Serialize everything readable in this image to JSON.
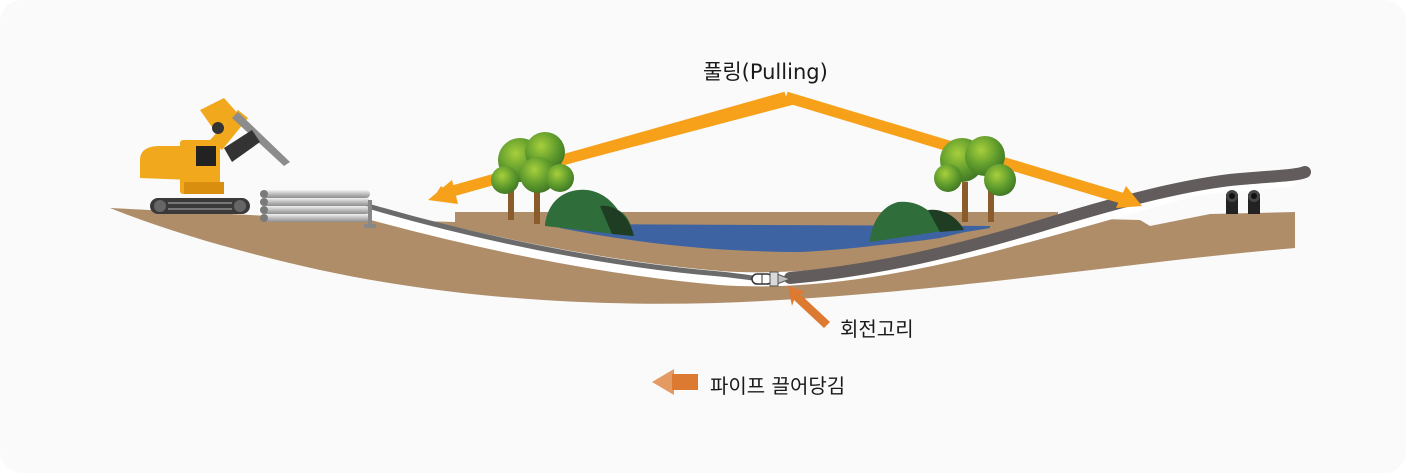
{
  "diagram": {
    "title": "풀링(Pulling)",
    "swivel_label": "회전고리",
    "legend_label": "파이프 끌어당김"
  },
  "colors": {
    "background": "#fafafa",
    "soil": "#ae8d68",
    "soil_dark": "#9c7a55",
    "bore_path": "#ffffff",
    "drill_pipe": "#6b6b6b",
    "product_pipe": "#625c5c",
    "water": "#3e63a3",
    "pull_arrow": "#f7a01a",
    "swivel_arrow": "#dc7a32",
    "legend_arrow": "#dc7a32",
    "legend_arrow_light": "#e39a63",
    "machine": "#f2a81c",
    "tree_trunk": "#8a5b2b",
    "tree_leaves": "#4c8a2a",
    "bush": "#2f6d3a"
  }
}
